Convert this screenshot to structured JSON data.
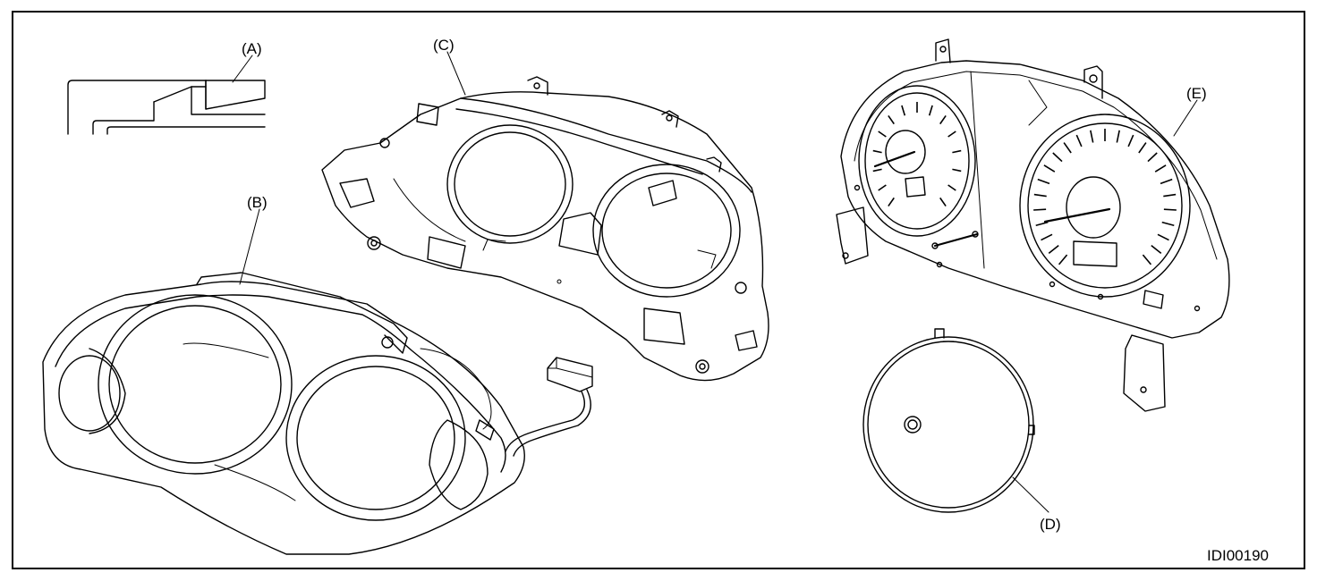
{
  "labels": {
    "a": "(A)",
    "b": "(B)",
    "c": "(C)",
    "d": "(D)",
    "e": "(E)"
  },
  "figure_code": "IDI00190"
}
